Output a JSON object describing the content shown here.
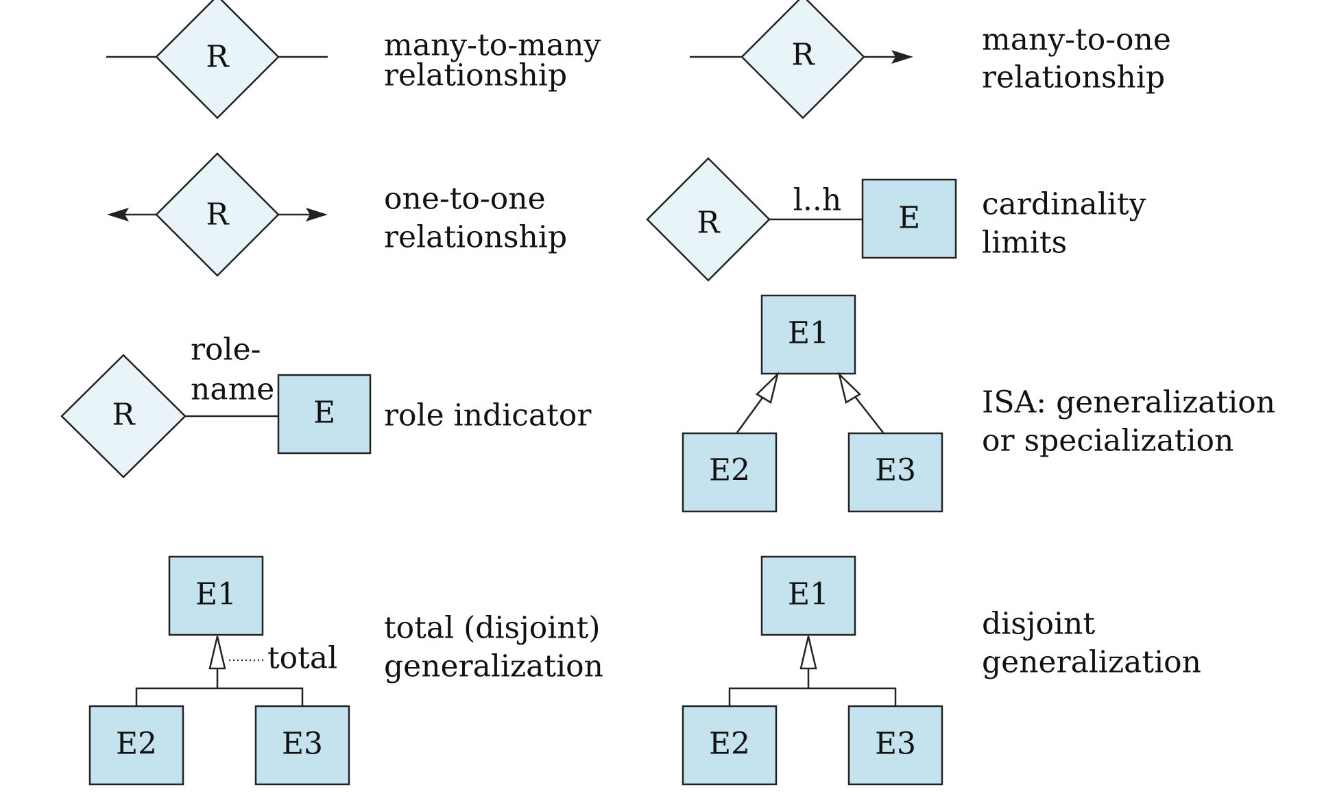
{
  "colors": {
    "relationship_fill": "#e8f4f8",
    "entity_fill": "#c4e3ee",
    "stroke": "#222222",
    "text": "#111111"
  },
  "legend": {
    "many_to_many": {
      "symbol": "R",
      "desc_line1": "many-to-many",
      "desc_line2": "relationship"
    },
    "many_to_one": {
      "symbol": "R",
      "desc_line1": "many-to-one",
      "desc_line2": "relationship"
    },
    "one_to_one": {
      "symbol": "R",
      "desc_line1": "one-to-one",
      "desc_line2": "relationship"
    },
    "cardinality": {
      "relationship": "R",
      "entity": "E",
      "limit": "l..h",
      "desc_line1": "cardinality",
      "desc_line2": "limits"
    },
    "role": {
      "relationship": "R",
      "entity": "E",
      "role_line1": "role-",
      "role_line2": "name",
      "desc_line1": "role indicator"
    },
    "isa": {
      "parent": "E1",
      "child1": "E2",
      "child2": "E3",
      "desc_line1": "ISA: generalization",
      "desc_line2": "or specialization"
    },
    "total_disjoint": {
      "parent": "E1",
      "child1": "E2",
      "child2": "E3",
      "constraint": "total",
      "desc_line1": "total (disjoint)",
      "desc_line2": "generalization"
    },
    "disjoint": {
      "parent": "E1",
      "child1": "E2",
      "child2": "E3",
      "desc_line1": "disjoint",
      "desc_line2": "generalization"
    }
  }
}
